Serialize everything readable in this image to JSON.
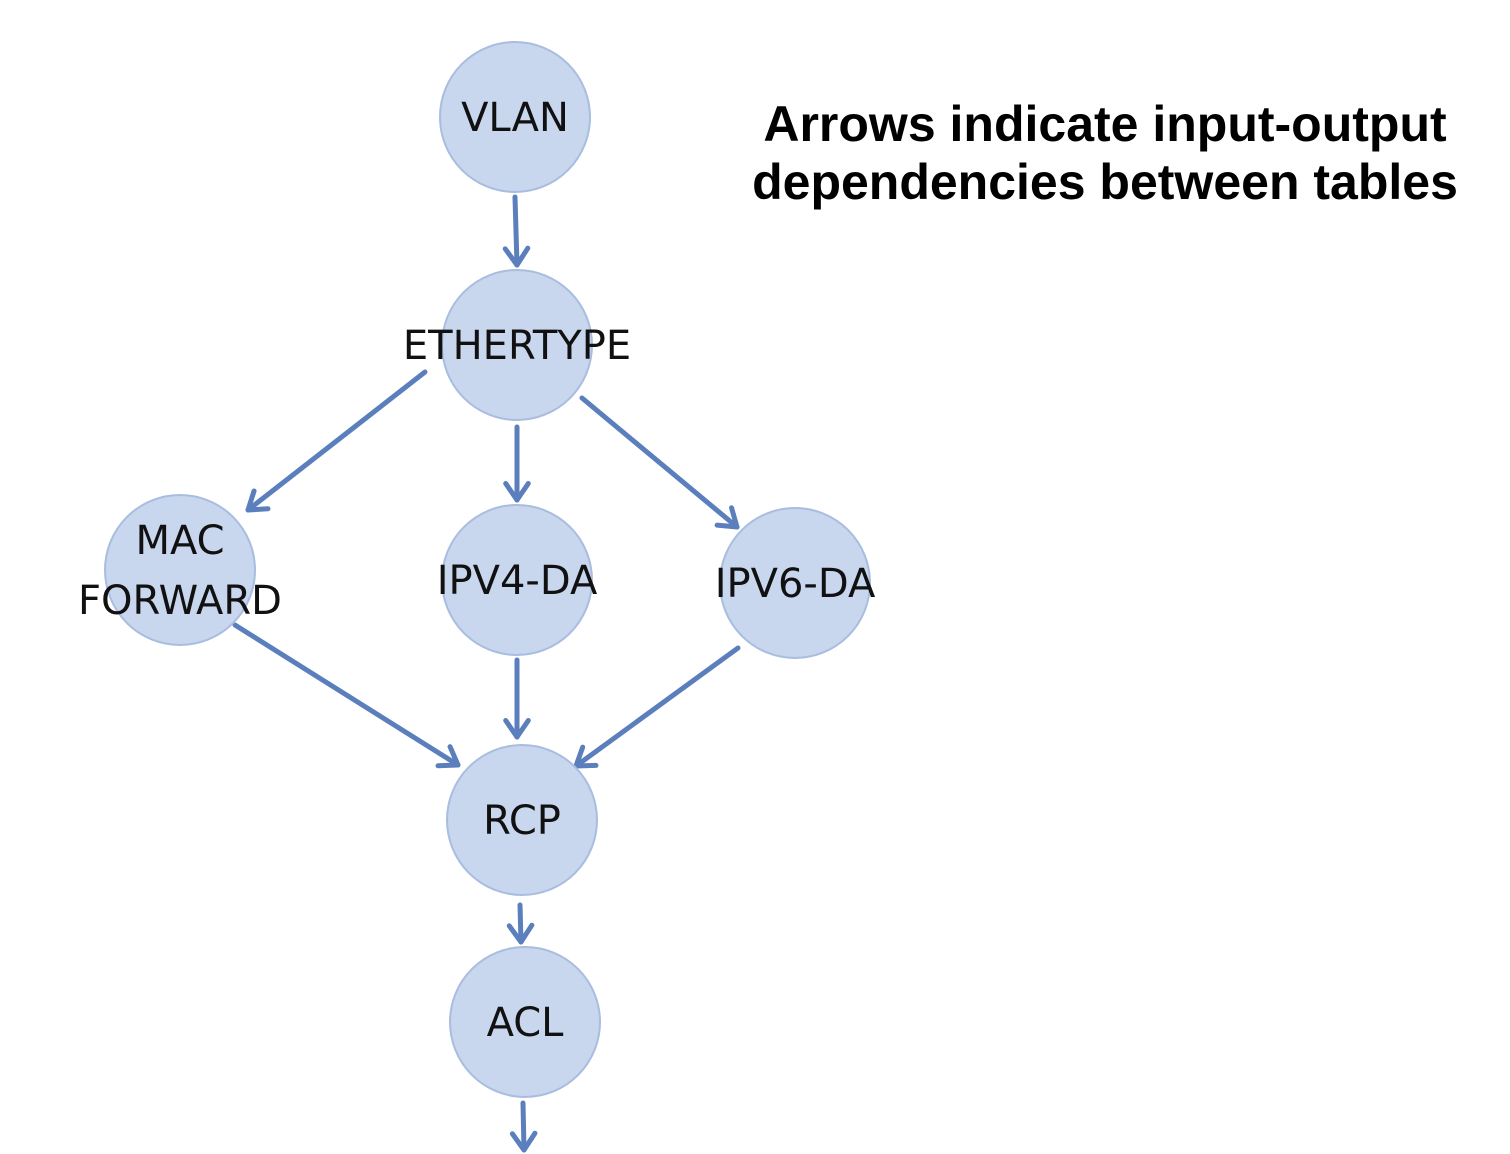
{
  "caption": {
    "line1": "Arrows indicate input-output",
    "line2": "dependencies between tables"
  },
  "nodes": [
    {
      "id": "vlan",
      "label": [
        "VLAN"
      ]
    },
    {
      "id": "ethertype",
      "label": [
        "ETHERTYPE"
      ]
    },
    {
      "id": "mac-forward",
      "label": [
        "MAC",
        "FORWARD"
      ]
    },
    {
      "id": "ipv4-da",
      "label": [
        "IPV4-DA"
      ]
    },
    {
      "id": "ipv6-da",
      "label": [
        "IPV6-DA"
      ]
    },
    {
      "id": "rcp",
      "label": [
        "RCP"
      ]
    },
    {
      "id": "acl",
      "label": [
        "ACL"
      ]
    }
  ],
  "edges": [
    {
      "from": "vlan",
      "to": "ethertype"
    },
    {
      "from": "ethertype",
      "to": "mac-forward"
    },
    {
      "from": "ethertype",
      "to": "ipv4-da"
    },
    {
      "from": "ethertype",
      "to": "ipv6-da"
    },
    {
      "from": "mac-forward",
      "to": "rcp"
    },
    {
      "from": "ipv4-da",
      "to": "rcp"
    },
    {
      "from": "ipv6-da",
      "to": "rcp"
    },
    {
      "from": "rcp",
      "to": "acl"
    },
    {
      "from": "acl",
      "to": ""
    }
  ],
  "colors": {
    "node_fill": "#c8d6ee",
    "node_stroke": "#a9bde0",
    "edge": "#5b7fbc"
  }
}
